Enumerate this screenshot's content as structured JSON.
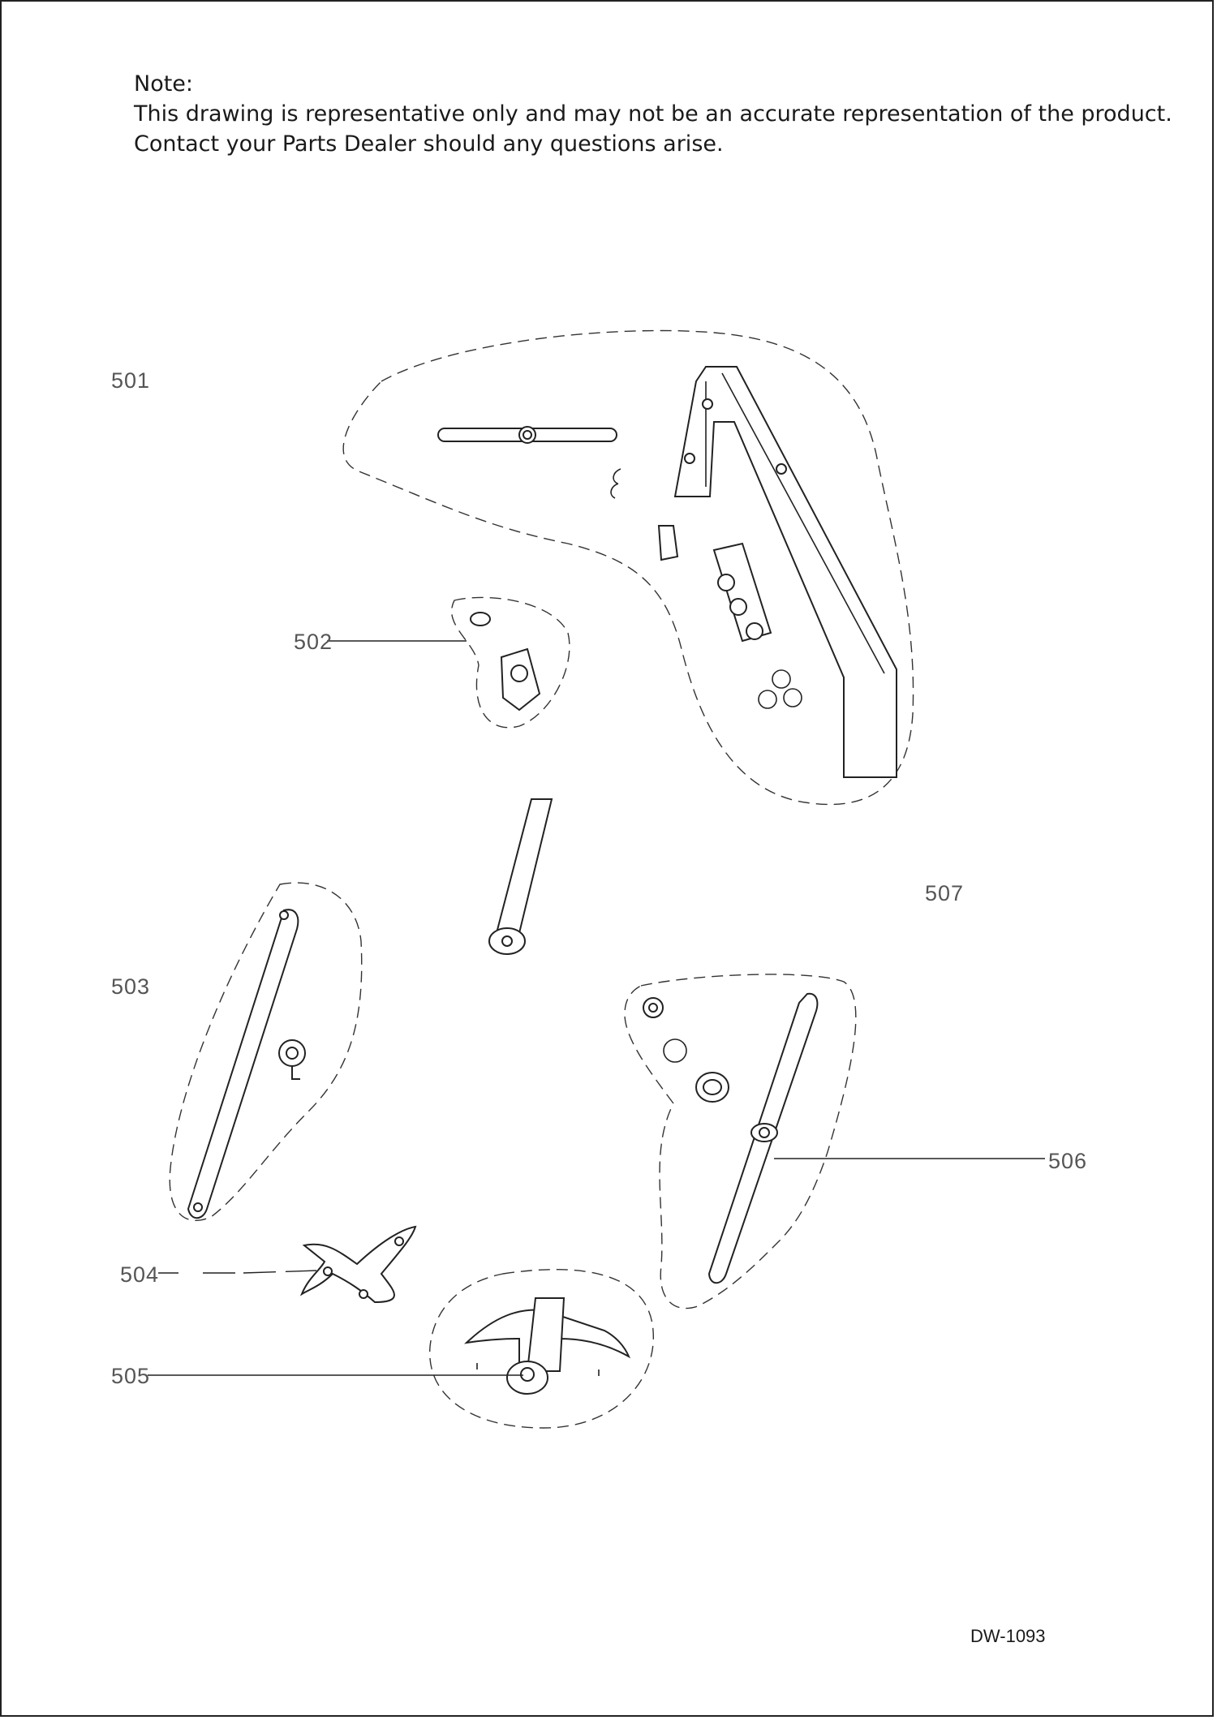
{
  "note": {
    "heading": "Note:",
    "line1": "This drawing is representative only and may not be an accurate representation of the product.",
    "line2": "Contact your Parts Dealer should any questions arise."
  },
  "callouts": {
    "c501": "501",
    "c502": "502",
    "c503": "503",
    "c504": "504",
    "c505": "505",
    "c506": "506",
    "c507": "507"
  },
  "drawing_number": "DW-1093"
}
